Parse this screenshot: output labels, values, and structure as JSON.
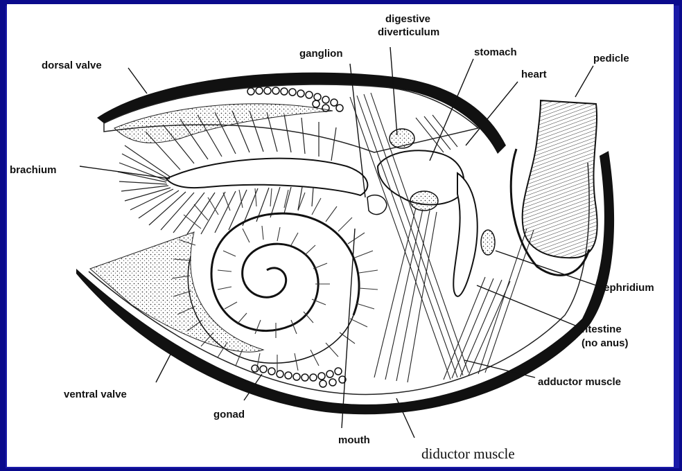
{
  "labels": {
    "digestive_diverticulum_1": "digestive",
    "digestive_diverticulum_2": "diverticulum",
    "ganglion": "ganglion",
    "stomach": "stomach",
    "heart": "heart",
    "pedicle": "pedicle",
    "dorsal_valve": "dorsal valve",
    "brachium": "brachium",
    "nephridium": "nephridium",
    "intestine_1": "intestine",
    "intestine_2": "(no anus)",
    "adductor_muscle": "adductor muscle",
    "ventral_valve": "ventral valve",
    "gonad": "gonad",
    "mouth": "mouth",
    "diductor_muscle": "diductor muscle"
  },
  "colors": {
    "background": "#0a0a8c",
    "paper": "#ffffff",
    "ink": "#111111"
  }
}
